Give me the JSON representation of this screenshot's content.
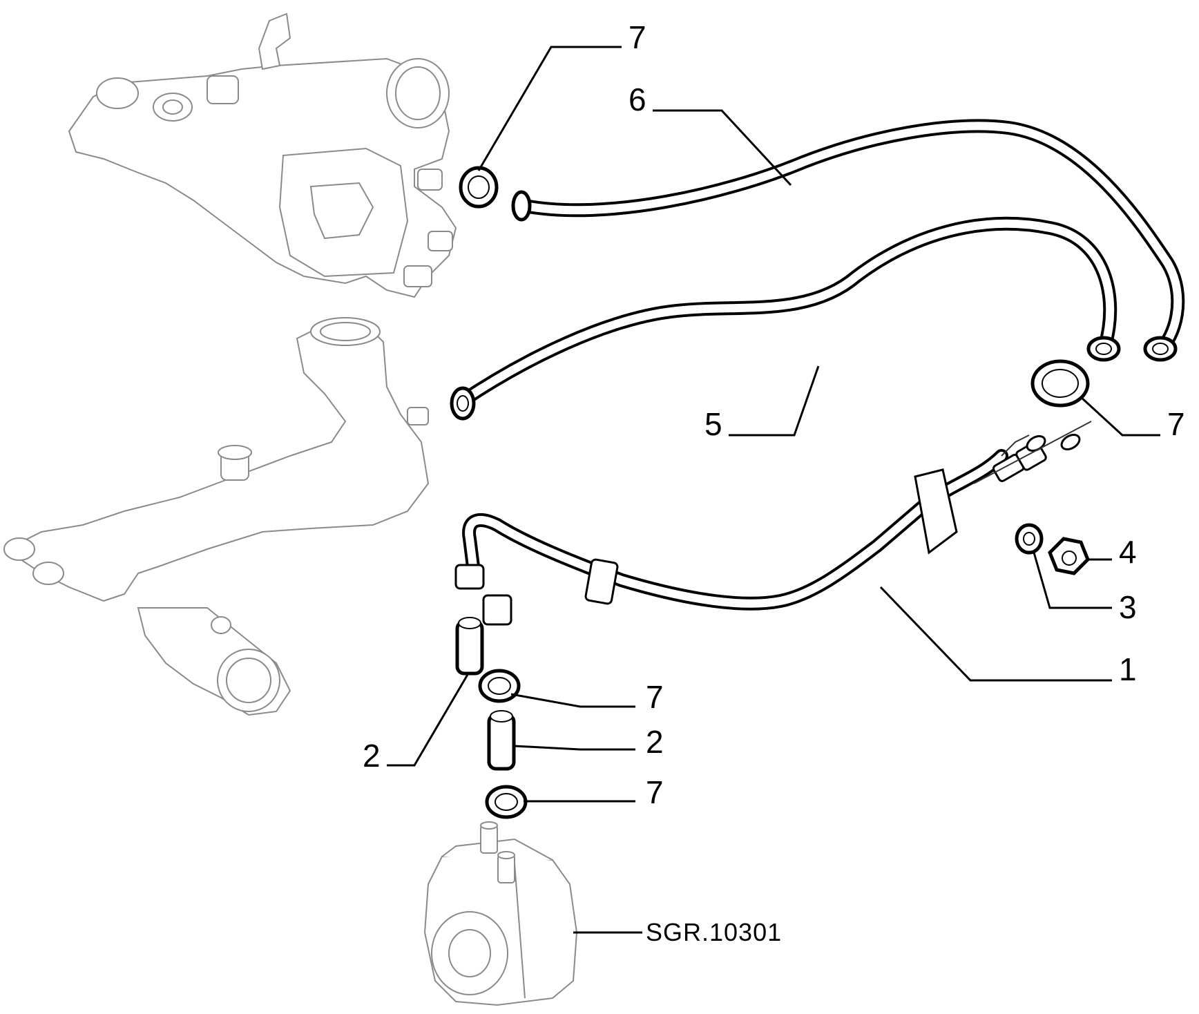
{
  "drawing_ref": "SGR.10301",
  "callouts": [
    {
      "id": "c7-top",
      "label": "7"
    },
    {
      "id": "c6",
      "label": "6"
    },
    {
      "id": "c5",
      "label": "5"
    },
    {
      "id": "c7-right",
      "label": "7"
    },
    {
      "id": "c4",
      "label": "4"
    },
    {
      "id": "c3",
      "label": "3"
    },
    {
      "id": "c1",
      "label": "1"
    },
    {
      "id": "c7-mid",
      "label": "7"
    },
    {
      "id": "c2-right",
      "label": "2"
    },
    {
      "id": "c2-left",
      "label": "2"
    },
    {
      "id": "c7-bottom",
      "label": "7"
    }
  ]
}
